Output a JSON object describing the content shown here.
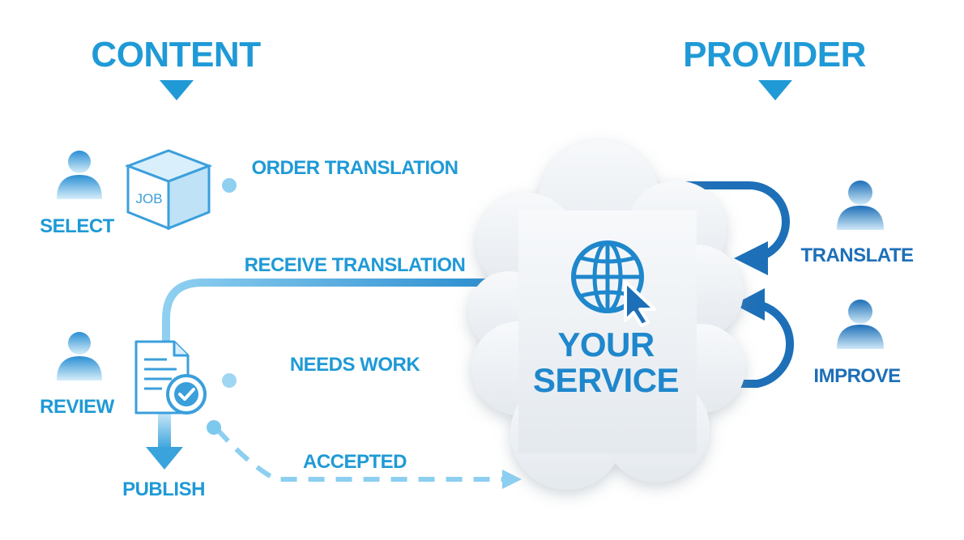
{
  "headers": {
    "content": "CONTENT",
    "provider": "PROVIDER"
  },
  "left_roles": {
    "select": "SELECT",
    "review": "REVIEW",
    "publish": "PUBLISH"
  },
  "right_roles": {
    "translate": "TRANSLATE",
    "improve": "IMPROVE"
  },
  "flows": {
    "order": "ORDER TRANSLATION",
    "receive": "RECEIVE TRANSLATION",
    "needs_work": "NEEDS WORK",
    "accepted": "ACCEPTED"
  },
  "job_box_label": "JOB",
  "service": {
    "line1": "YOUR",
    "line2": "SERVICE"
  },
  "colors": {
    "primary": "#1f9ad6",
    "dark_blue": "#1d6fb8",
    "light_blue": "#7cc8ef",
    "pale_blue": "#bfe4f7",
    "cloud": "#eef2f5"
  }
}
